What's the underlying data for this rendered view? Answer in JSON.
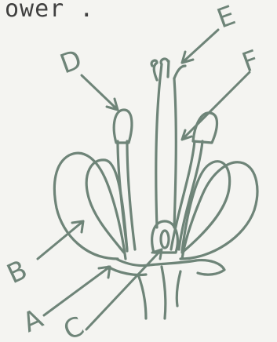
{
  "caption": "ower .",
  "labels": {
    "a": "A",
    "b": "B",
    "c": "C",
    "d": "D",
    "e": "E",
    "f": "F"
  }
}
